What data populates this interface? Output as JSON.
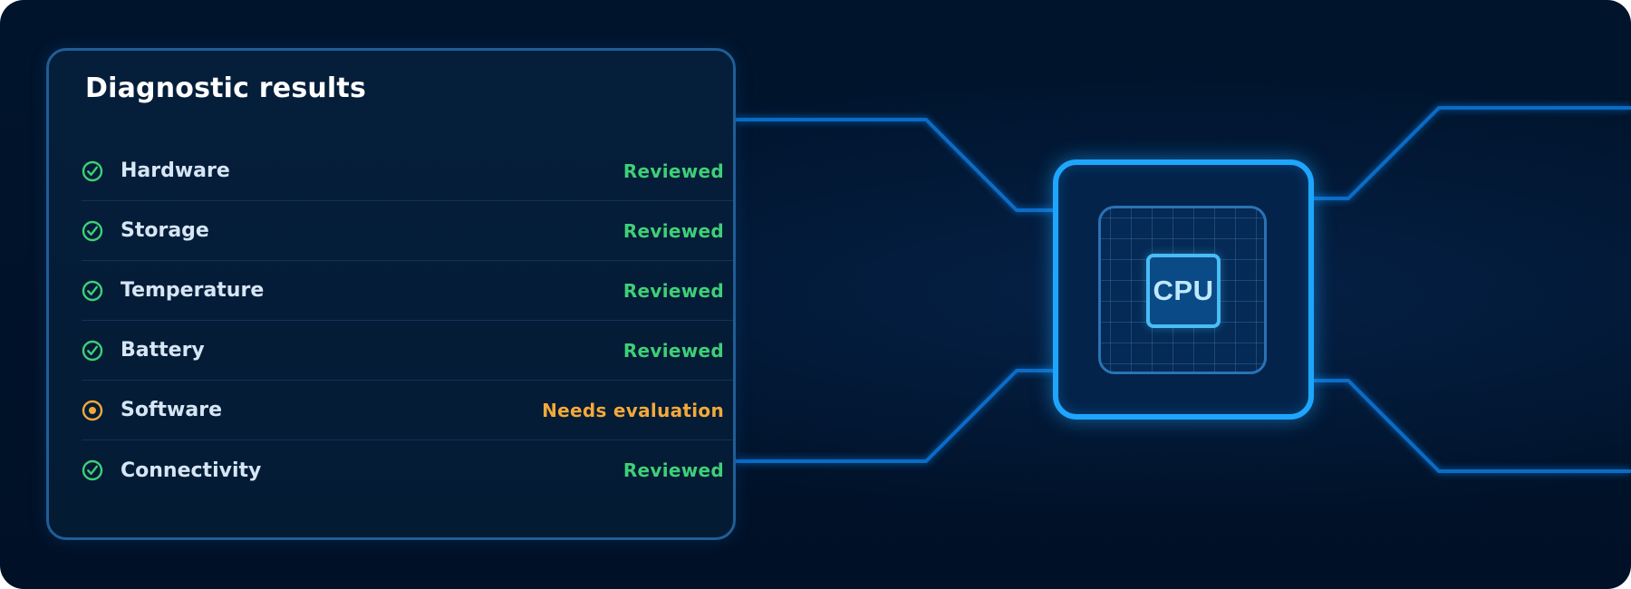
{
  "panel": {
    "title": "Diagnostic results",
    "items": [
      {
        "label": "Hardware",
        "status": "Reviewed",
        "state": "ok",
        "icon": "check-circle-icon"
      },
      {
        "label": "Storage",
        "status": "Reviewed",
        "state": "ok",
        "icon": "check-circle-icon"
      },
      {
        "label": "Temperature",
        "status": "Reviewed",
        "state": "ok",
        "icon": "check-circle-icon"
      },
      {
        "label": "Battery",
        "status": "Reviewed",
        "state": "ok",
        "icon": "check-circle-icon"
      },
      {
        "label": "Software",
        "status": "Needs evaluation",
        "state": "warn",
        "icon": "pending-circle-icon"
      },
      {
        "label": "Connectivity",
        "status": "Reviewed",
        "state": "ok",
        "icon": "check-circle-icon"
      }
    ]
  },
  "chip": {
    "label": "CPU",
    "icon": "cpu-chip-icon"
  },
  "colors": {
    "ok": "#3fcf78",
    "warn": "#f2a93b",
    "accent": "#1ea6ff",
    "background": "#001127"
  }
}
